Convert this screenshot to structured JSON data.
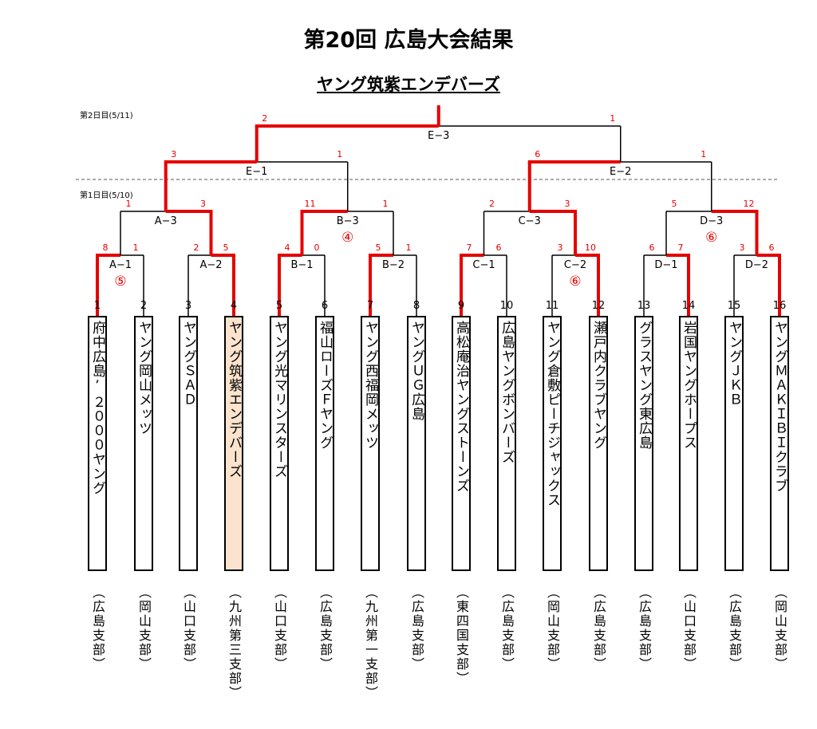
{
  "title": "第20回 広島大会結果",
  "subtitle": "ヤング筑紫エンデバーズ",
  "day2_label": "第2日目(5/11)",
  "day1_label": "第1日目(5/10)",
  "colors": {
    "winner_line": "#e60000",
    "line": "#000000",
    "score": "#e60000",
    "highlight": "#fbe3cd"
  },
  "teams": [
    {
      "seed": "1",
      "name": "府中広島’２０００ヤング",
      "branch": "（広島支部）"
    },
    {
      "seed": "2",
      "name": "ヤング岡山メッツ",
      "branch": "（岡山支部）"
    },
    {
      "seed": "3",
      "name": "ヤングＳＡＤ",
      "branch": "（山口支部）"
    },
    {
      "seed": "4",
      "name": "ヤング筑紫エンデバーズ",
      "branch": "（九州第三支部）"
    },
    {
      "seed": "5",
      "name": "ヤング光マリンスターズ",
      "branch": "（山口支部）"
    },
    {
      "seed": "6",
      "name": "福山ローズＦヤング",
      "branch": "（広島支部）"
    },
    {
      "seed": "7",
      "name": "ヤング西福岡メッツ",
      "branch": "（九州第一支部）"
    },
    {
      "seed": "8",
      "name": "ヤングＵＧ広島",
      "branch": "（広島支部）"
    },
    {
      "seed": "9",
      "name": "高松庵治ヤングストーンズ",
      "branch": "（東四国支部）"
    },
    {
      "seed": "10",
      "name": "広島ヤングボンバーズ",
      "branch": "（広島支部）"
    },
    {
      "seed": "11",
      "name": "ヤング倉敷ピーチジャックス",
      "branch": "（岡山支部）"
    },
    {
      "seed": "12",
      "name": "瀬戸内クラブヤング",
      "branch": "（広島支部）"
    },
    {
      "seed": "13",
      "name": "グラスヤング東広島",
      "branch": "（広島支部）"
    },
    {
      "seed": "14",
      "name": "岩国ヤングホープス",
      "branch": "（山口支部）"
    },
    {
      "seed": "15",
      "name": "ヤングＪＫＢ",
      "branch": "（広島支部）"
    },
    {
      "seed": "16",
      "name": "ヤングＭＡＫＩＢＩクラブ",
      "branch": "（岡山支部）"
    }
  ],
  "matches": [
    {
      "label": "A−1",
      "left_score": "8",
      "right_score": "1",
      "winner": "left",
      "note": "⑤"
    },
    {
      "label": "A−2",
      "left_score": "2",
      "right_score": "5",
      "winner": "right",
      "note": ""
    },
    {
      "label": "B−1",
      "left_score": "4",
      "right_score": "0",
      "winner": "left",
      "note": ""
    },
    {
      "label": "B−2",
      "left_score": "5",
      "right_score": "1",
      "winner": "left",
      "note": ""
    },
    {
      "label": "C−1",
      "left_score": "7",
      "right_score": "6",
      "winner": "left",
      "note": ""
    },
    {
      "label": "C−2",
      "left_score": "3",
      "right_score": "10",
      "winner": "right",
      "note": "⑥"
    },
    {
      "label": "D−1",
      "left_score": "6",
      "right_score": "7",
      "winner": "right",
      "note": ""
    },
    {
      "label": "D−2",
      "left_score": "3",
      "right_score": "6",
      "winner": "right",
      "note": ""
    },
    {
      "label": "A−3",
      "left_score": "1",
      "right_score": "3",
      "winner": "right",
      "note": ""
    },
    {
      "label": "B−3",
      "left_score": "11",
      "right_score": "1",
      "winner": "left",
      "note": "④"
    },
    {
      "label": "C−3",
      "left_score": "2",
      "right_score": "3",
      "winner": "right",
      "note": ""
    },
    {
      "label": "D−3",
      "left_score": "5",
      "right_score": "12",
      "winner": "right",
      "note": "⑥"
    },
    {
      "label": "E−1",
      "left_score": "3",
      "right_score": "1",
      "winner": "left",
      "note": ""
    },
    {
      "label": "E−2",
      "left_score": "6",
      "right_score": "1",
      "winner": "left",
      "note": ""
    },
    {
      "label": "E−3",
      "left_score": "2",
      "right_score": "1",
      "winner": "left",
      "note": ""
    }
  ],
  "highlighted_team_index": 3
}
